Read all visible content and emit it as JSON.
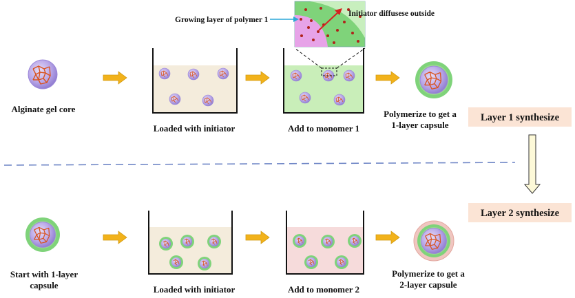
{
  "labels": {
    "growing_layer": "Growing layer of polymer 1",
    "initiator_diffuse": "Initiator diffusese outside",
    "alginate_core": "Alginate gel core",
    "loaded1": "Loaded with initiator",
    "add_monomer1": "Add to monomer 1",
    "polymerize1_line1": "Polymerize to get a",
    "polymerize1_line2": "1-layer capsule",
    "layer1": "Layer 1 synthesize",
    "layer2": "Layer 2 synthesize",
    "start_line1": "Start with 1-layer",
    "start_line2": "capsule",
    "loaded2": "Loaded with initiator",
    "add_monomer2": "Add to monomer 2",
    "polymerize2_line1": "Polymerize to get a",
    "polymerize2_line2": "2-layer capsule"
  },
  "colors": {
    "core_purple": "#b9a7e8",
    "network_orange": "#d9531e",
    "polymer1_green": "#7fd37a",
    "polymer2_pink": "#f0c6c0",
    "arrow_gold": "#f2b21b",
    "beige_solution": "#f4ecdc",
    "green_solution": "#c9eeb9",
    "pink_solution": "#f6dbdb",
    "label_box": "#fbe4d5",
    "dashed_line": "#6f86c6"
  }
}
